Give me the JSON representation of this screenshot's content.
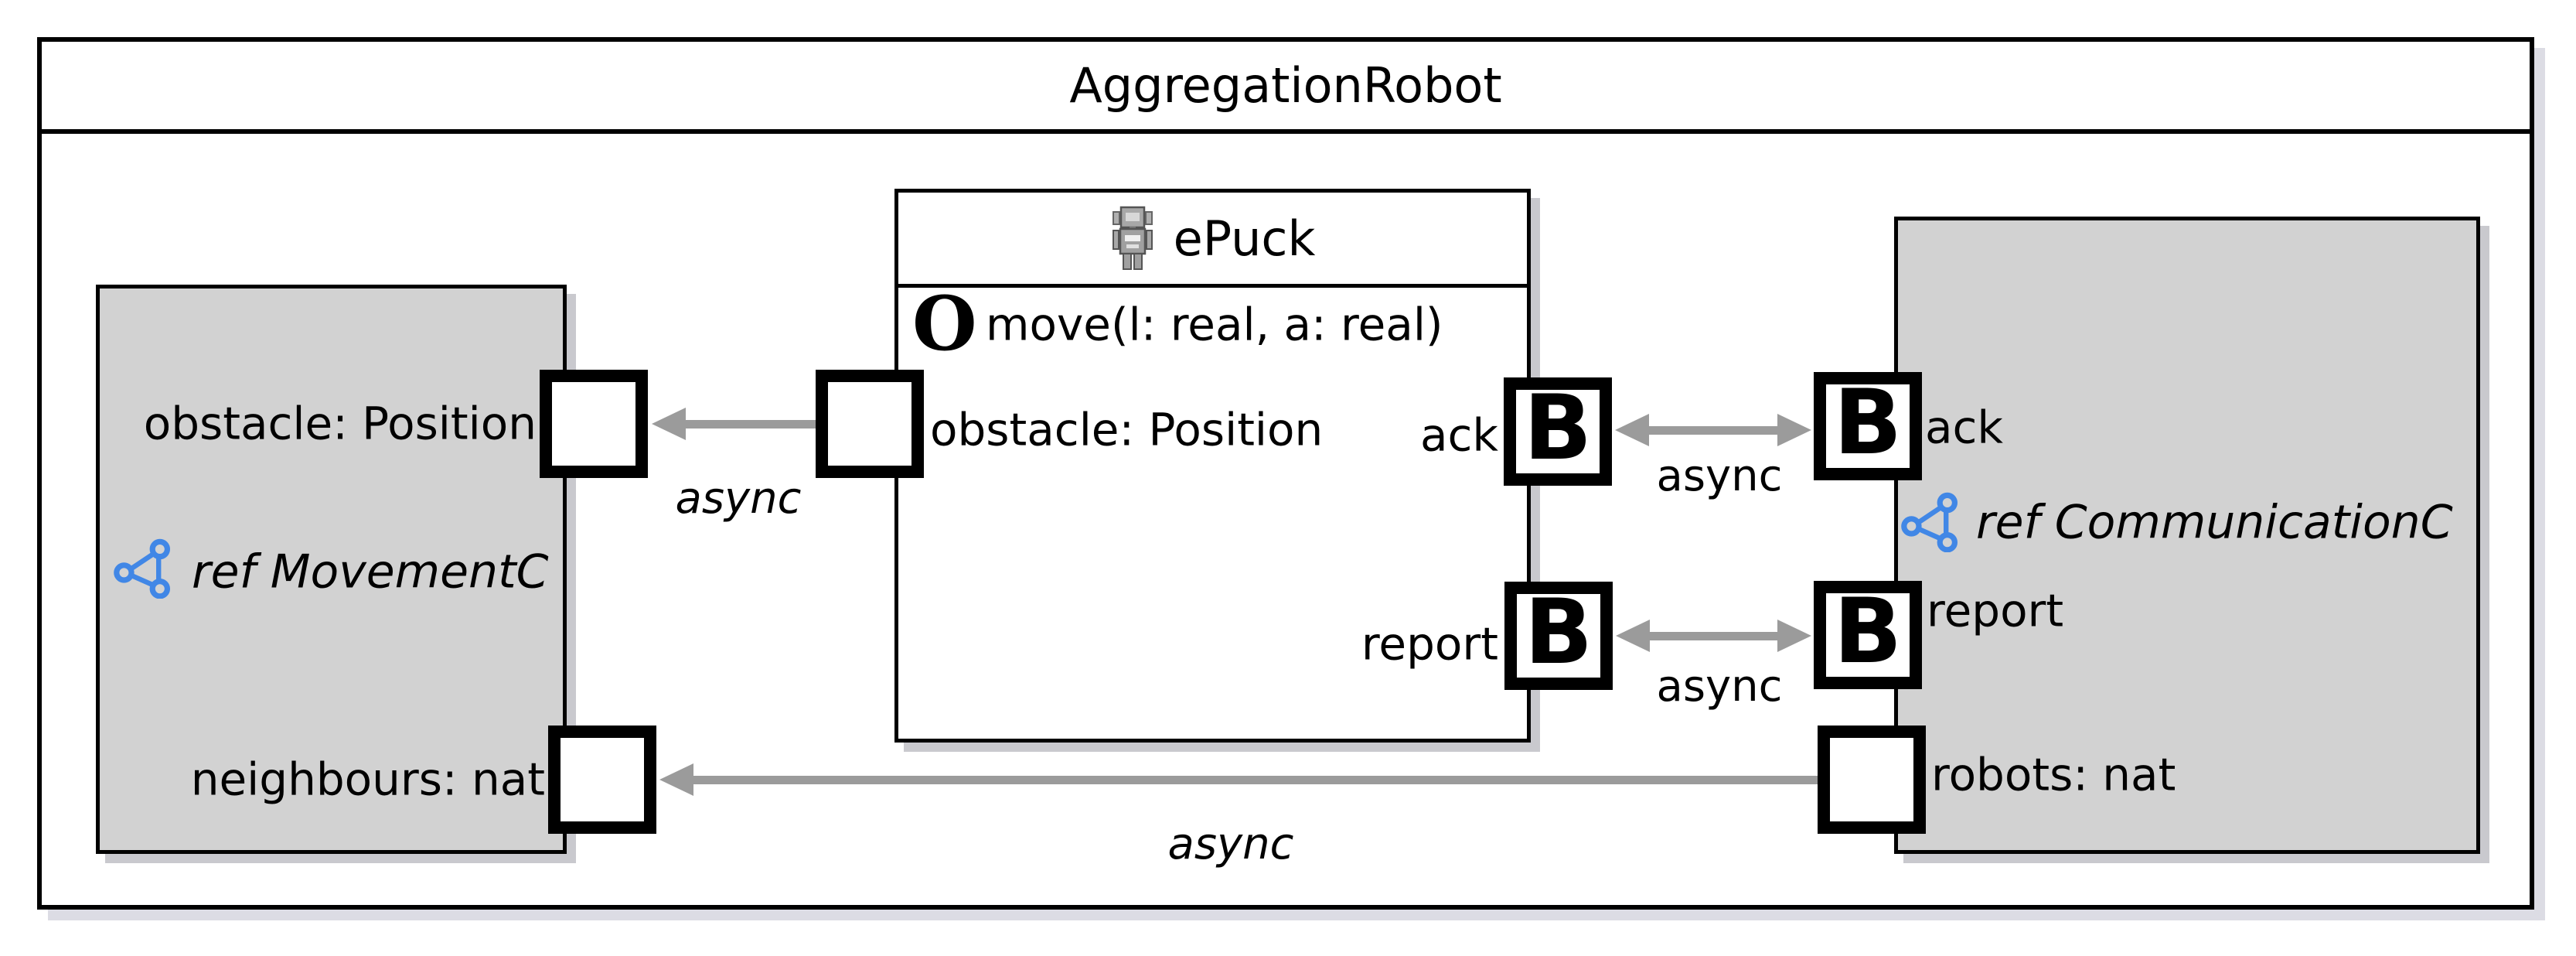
{
  "module": {
    "title": "AggregationRobot"
  },
  "movement": {
    "ref_label": "ref MovementC",
    "obstacle_label": "obstacle: Position",
    "neighbours_label": "neighbours: nat"
  },
  "epuck": {
    "title": "ePuck",
    "operation_glyph": "O",
    "operation_label": "move(l: real, a: real)",
    "obstacle_label": "obstacle: Position",
    "ack_label": "ack",
    "report_label": "report"
  },
  "communication": {
    "ref_label": "ref CommunicationC",
    "ack_label": "ack",
    "report_label": "report",
    "robots_label": "robots: nat"
  },
  "ports": {
    "buffered_glyph": "B"
  },
  "connections": {
    "obstacle": {
      "label": "async",
      "style": "italic",
      "direction": "left"
    },
    "ack": {
      "label": "async",
      "style": "upright",
      "direction": "both"
    },
    "report": {
      "label": "async",
      "style": "upright",
      "direction": "both"
    },
    "neighbours": {
      "label": "async",
      "style": "italic",
      "direction": "left"
    }
  },
  "icons": {
    "epuck_header": "robot-icon",
    "movement_ref": "share-network-icon",
    "communication_ref": "share-network-icon",
    "operation": "operation-o-icon"
  },
  "colors": {
    "component_fill": "#d2d2d2",
    "connector_gray": "#9b9b9b",
    "ref_icon_blue": "#4187e6",
    "border_black": "#000000",
    "shadow": "#c9c9ce"
  }
}
